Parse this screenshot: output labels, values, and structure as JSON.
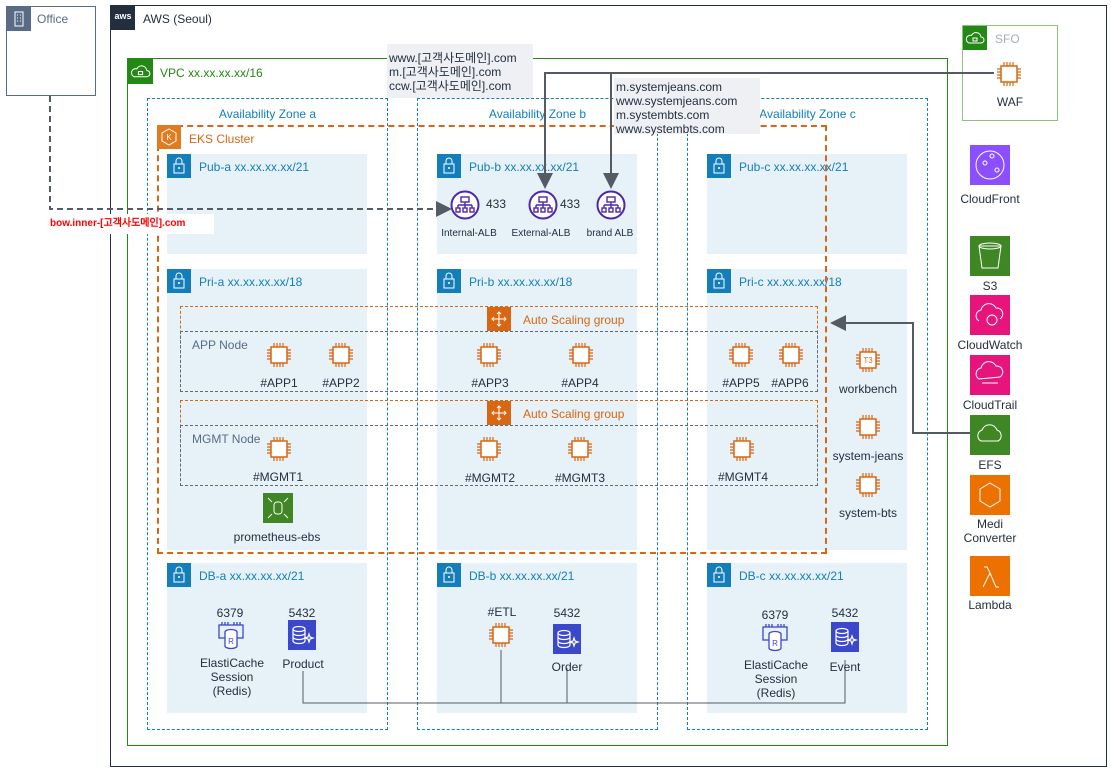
{
  "colors": {
    "aws_border": "#232f3e",
    "vpc": "#248814",
    "subnet_bg": "#e6f2f8",
    "az": "#147eba",
    "eks": "#d86613",
    "ec2": "#d86613",
    "rds": "#3b48cc",
    "alb": "#4d27aa",
    "link_label": "#ff0000"
  },
  "office": {
    "label": "Office",
    "icon": "office-building-icon"
  },
  "office_link_label": "bow.inner-[고객사도메인].com",
  "aws": {
    "title": "AWS (Seoul)",
    "icon": "aws-logo"
  },
  "vpc": {
    "label": "VPC xx.xx.xx.xx/16"
  },
  "sfo": {
    "label": "SFO",
    "waf": "WAF"
  },
  "domain_box_1": [
    "www.[고객사도메인].com",
    "m.[고객사도메인].com",
    "ccw.[고객사도메인].com"
  ],
  "domain_box_2": [
    "m.systemjeans.com",
    "www.systemjeans.com",
    "m.systembts.com",
    "www.systembts.com"
  ],
  "zones": [
    "Availability Zone a",
    "Availability Zone b",
    "Availability Zone c"
  ],
  "eks": {
    "label": "EKS Cluster"
  },
  "subnets": {
    "pub_a": "Pub-a xx.xx.xx.xx/21",
    "pub_b": "Pub-b xx.xx.xx.xx/21",
    "pub_c": "Pub-c xx.xx.xx.xx/21",
    "pri_a": "Pri-a xx.xx.xx.xx/18",
    "pri_b": "Pri-b xx.xx.xx.xx/18",
    "pri_c": "Pri-c xx.xx.xx.xx/18",
    "db_a": "DB-a xx.xx.xx.xx/21",
    "db_b": "DB-b xx.xx.xx.xx/21",
    "db_c": "DB-c xx.xx.xx.xx/21"
  },
  "albs": {
    "internal": "Internal-ALB",
    "external": "External-ALB",
    "brand": "brand ALB",
    "port_internal": "433",
    "port_external": "433"
  },
  "asg_label": "Auto Scaling group",
  "app_node": "APP Node",
  "mgmt_node": "MGMT Node",
  "apps": [
    "#APP1",
    "#APP2",
    "#APP3",
    "#APP4",
    "#APP5",
    "#APP6"
  ],
  "mgmts": [
    "#MGMT1",
    "#MGMT2",
    "#MGMT3",
    "#MGMT4"
  ],
  "standalone": {
    "workbench": "workbench",
    "workbench_badge": "T3",
    "system_jeans": "system-jeans",
    "system_bts": "system-bts",
    "prometheus": "prometheus-ebs"
  },
  "db": {
    "redis_port": "6379",
    "pg_port": "5432",
    "redis_label": [
      "ElastiCache",
      "Session",
      "(Redis)"
    ],
    "product": "Product",
    "etl": "#ETL",
    "order": "Order",
    "event": "Event"
  },
  "services": {
    "cloudfront": "CloudFront",
    "s3": "S3",
    "cloudwatch": "CloudWatch",
    "cloudtrail": "CloudTrail",
    "efs": "EFS",
    "medi": [
      "Medi",
      "Converter"
    ],
    "lambda": "Lambda"
  }
}
